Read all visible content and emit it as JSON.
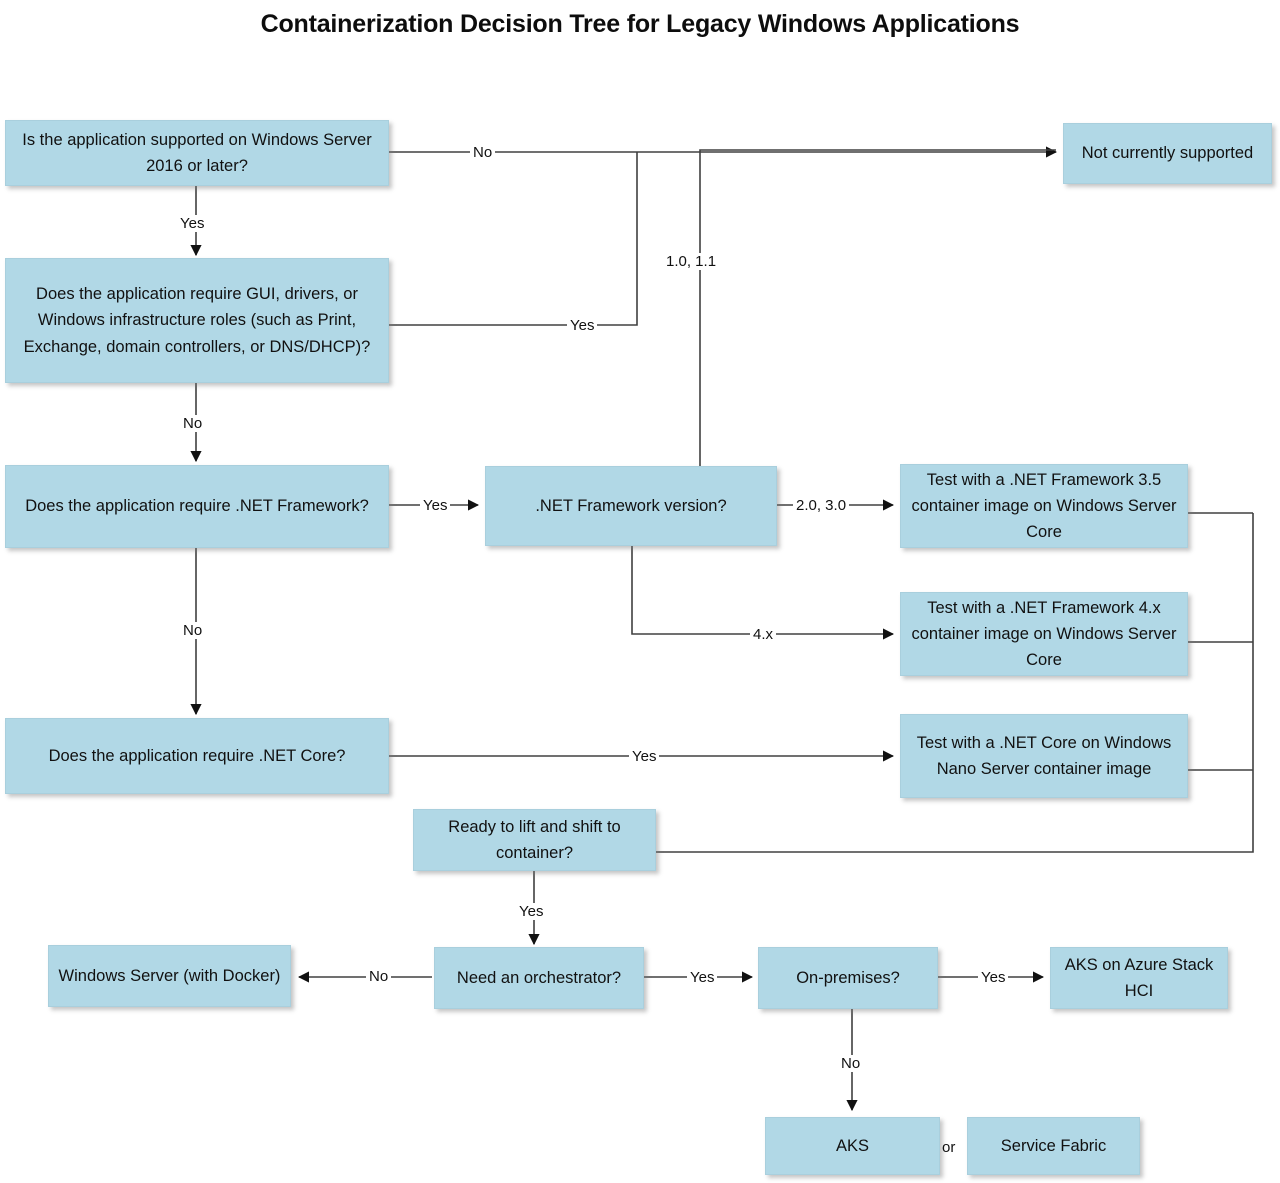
{
  "title": "Containerization Decision Tree for Legacy Windows Applications",
  "theme": {
    "node_fill": "#b1d8e6",
    "node_border": "#a9cfdd",
    "edge_color": "#404040",
    "text_color": "#111111",
    "background": "#ffffff"
  },
  "nodes": [
    {
      "id": "supported",
      "label": "Is the application supported on Windows Server 2016 or later?"
    },
    {
      "id": "gui",
      "label": "Does the application require GUI, drivers, or Windows infrastructure roles (such as Print, Exchange, domain controllers, or DNS/DHCP)?"
    },
    {
      "id": "not-supported",
      "label": "Not currently supported"
    },
    {
      "id": "need-netfx",
      "label": "Does the application require .NET Framework?"
    },
    {
      "id": "netfx-version",
      "label": ".NET Framework version?"
    },
    {
      "id": "test-35",
      "label": "Test with a .NET Framework 3.5 container image on Windows Server Core"
    },
    {
      "id": "test-4x",
      "label": "Test with a .NET Framework 4.x container image on Windows Server Core"
    },
    {
      "id": "need-netcore",
      "label": "Does the application require .NET Core?"
    },
    {
      "id": "test-netcore",
      "label": "Test with a .NET Core on Windows Nano Server container image"
    },
    {
      "id": "lift-shift",
      "label": "Ready to lift and shift to container?"
    },
    {
      "id": "need-orch",
      "label": "Need an orchestrator?"
    },
    {
      "id": "windows-docker",
      "label": "Windows Server (with Docker)"
    },
    {
      "id": "on-premises",
      "label": "On-premises?"
    },
    {
      "id": "aks-hci",
      "label": "AKS on Azure Stack HCI"
    },
    {
      "id": "aks",
      "label": "AKS"
    },
    {
      "id": "service-fabric",
      "label": "Service Fabric"
    }
  ],
  "edge_labels": {
    "supported_no": "No",
    "supported_yes": "Yes",
    "gui_yes": "Yes",
    "gui_no": "No",
    "netfx_yes": "Yes",
    "netfx_no": "No",
    "version_10_11": "1.0, 1.1",
    "version_20_30": "2.0, 3.0",
    "version_4x": "4.x",
    "netcore_yes": "Yes",
    "lift_yes": "Yes",
    "orch_no": "No",
    "orch_yes": "Yes",
    "onprem_yes": "Yes",
    "onprem_no": "No",
    "aks_or": "or"
  }
}
